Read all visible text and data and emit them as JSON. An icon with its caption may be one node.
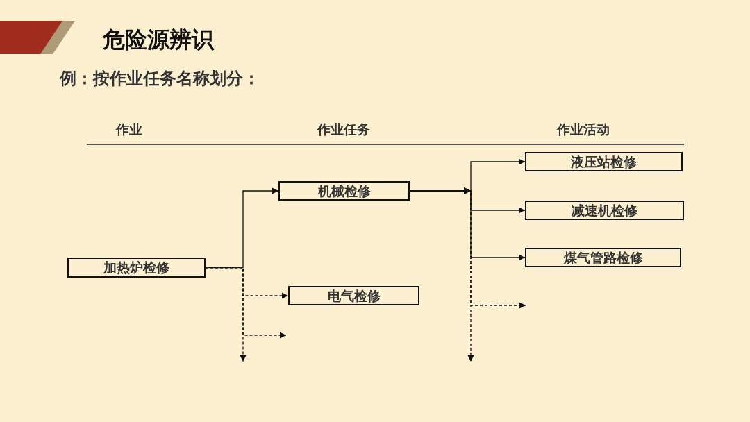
{
  "diagram": {
    "title": "危险源辨识",
    "nodes": [
      {
        "text": [
          "加热炉检修"
        ]
      },
      {
        "text": [
          "机械检修"
        ]
      },
      {
        "text": [
          "电气检修"
        ]
      },
      {
        "text": [
          "液压站检修"
        ]
      },
      {
        "text": [
          "减速机检修"
        ]
      },
      {
        "text": [
          "煤气管路检修"
        ]
      }
    ],
    "edges": [
      {
        "from": 0,
        "to": 1,
        "arrow": "to"
      },
      {
        "from": 0,
        "to": 2,
        "arrow": "to",
        "style": "dashed"
      },
      {
        "from": 0,
        "to": null,
        "arrow": "to",
        "style": "dashed"
      },
      {
        "from": 0,
        "to": null,
        "arrow": "to",
        "style": "dashed"
      },
      {
        "from": 1,
        "to": 3,
        "arrow": "to"
      },
      {
        "from": 1,
        "to": 4,
        "arrow": "to"
      },
      {
        "from": 1,
        "to": 5,
        "arrow": "to"
      },
      {
        "from": 1,
        "to": null,
        "arrow": "to",
        "style": "dashed"
      },
      {
        "from": 1,
        "to": null,
        "arrow": "to",
        "style": "dashed"
      }
    ],
    "labels": [
      "例：按作业任务名称划分：",
      "作业",
      "作业任务",
      "作业活动"
    ]
  }
}
